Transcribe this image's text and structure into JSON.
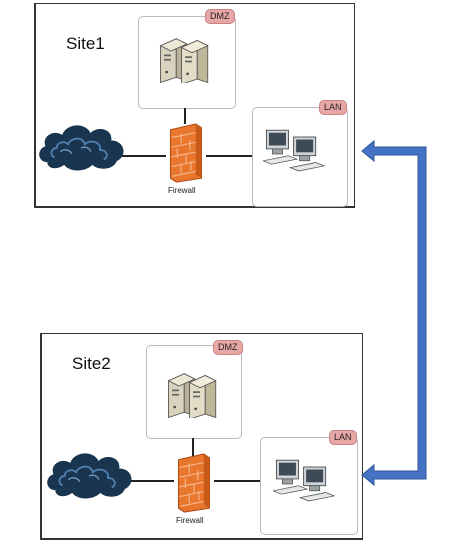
{
  "sites": [
    {
      "title": "Site1",
      "dmz_label": "DMZ",
      "lan_label": "LAN",
      "firewall_label": "Firewall"
    },
    {
      "title": "Site2",
      "dmz_label": "DMZ",
      "lan_label": "LAN",
      "firewall_label": "Firewall"
    }
  ],
  "icons": {
    "internet": "cloud-icon",
    "dmz": "server-icon",
    "lan": "workstations-icon",
    "firewall": "firewall-icon"
  },
  "colors": {
    "arrow": "#4472c4",
    "dmz_tag": "#e8a7a7",
    "firewall": "#e8762c",
    "cloud": "#1a3550"
  }
}
